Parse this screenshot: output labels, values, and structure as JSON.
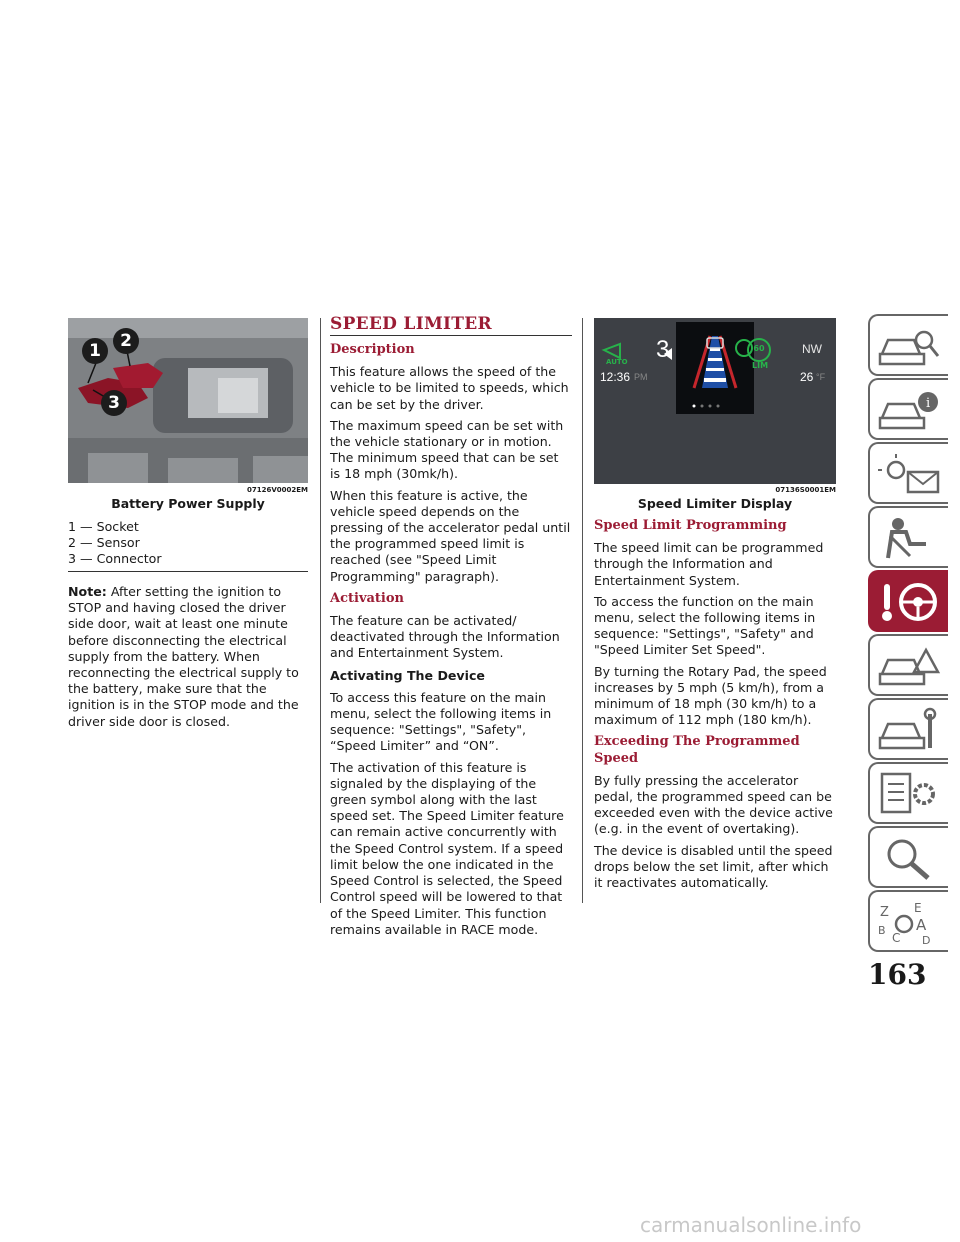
{
  "left": {
    "figure_code": "07126V0002EM",
    "figure_caption": "Battery Power Supply",
    "callouts": [
      "1",
      "2",
      "3"
    ],
    "legend": [
      "1 — Socket",
      "2 — Sensor",
      "3 — Connector"
    ],
    "note_label": "Note:",
    "note_text": "After setting the ignition to STOP and having closed the driver side door, wait at least one minute before disconnecting the electrical supply from the battery. When reconnecting the electrical supply to the battery, make sure that the ignition is in the STOP mode and the driver side door is closed."
  },
  "middle": {
    "title": "SPEED LIMITER",
    "description_heading": "Description",
    "description_paragraphs": [
      "This feature allows the speed of the vehicle to be limited to speeds, which can be set by the driver.",
      "The maximum speed can be set with the vehicle stationary or in motion. The minimum speed that can be set is 18 mph (30mk/h).",
      "When this feature is active, the vehicle speed depends on the pressing of the accelerator pedal until the programmed speed limit is reached (see \"Speed Limit Programming\" paragraph)."
    ],
    "activation_heading": "Activation",
    "activation_paragraph": "The feature can be activated/ deactivated through the Information and Entertainment System.",
    "activating_heading": "Activating The Device",
    "activating_paragraphs": [
      "To access this feature on the main menu, select the following items in sequence: \"Settings\", \"Safety\", “Speed Limiter” and “ON”.",
      "The activation of this feature is signaled by the displaying of the green symbol along with the last speed set. The Speed Limiter feature can remain active concurrently with the Speed Control system. If a speed limit below the one indicated in the Speed Control is selected, the Speed Control speed will be lowered to that of the Speed Limiter. This function remains available in RACE mode."
    ]
  },
  "right": {
    "display": {
      "auto": "AUTO",
      "gear": "3",
      "limit": "60",
      "lim": "LIM",
      "heading": "NW",
      "time": "12:36",
      "ampm": "PM",
      "temp": "26",
      "temp_unit": "°F"
    },
    "figure_code": "07136S0001EM",
    "figure_caption": "Speed Limiter Display",
    "programming_heading": "Speed Limit Programming",
    "programming_paragraphs": [
      "The speed limit can be programmed through the Information and Entertainment System.",
      "To access the function on the main menu, select the following items in sequence: \"Settings\", \"Safety\" and \"Speed Limiter Set Speed\".",
      "By turning the Rotary Pad, the speed increases by 5 mph (5 km/h), from a minimum of 18 mph (30 km/h) to a maximum of 112 mph (180 km/h)."
    ],
    "exceeding_heading": "Exceeding The Programmed Speed",
    "exceeding_paragraphs": [
      "By fully pressing the accelerator pedal, the programmed speed can be exceeded even with the device active (e.g. in the event of overtaking).",
      "The device is disabled until the speed drops below the set limit, after which it reactivates automatically."
    ]
  },
  "page_number": "163",
  "watermark": "carmanualsonline.info",
  "colors": {
    "accent": "#9b1c34",
    "display_bg": "#3a3d42",
    "green": "#27b24a"
  }
}
